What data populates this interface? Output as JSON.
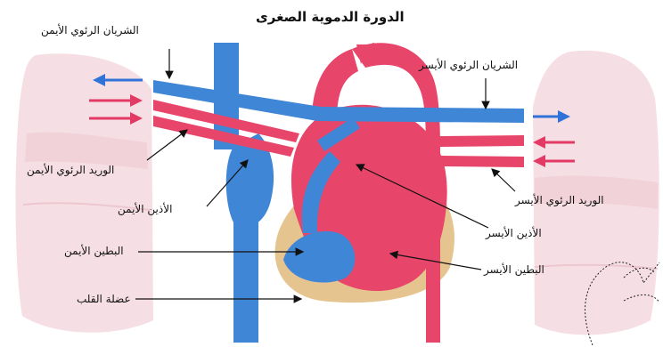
{
  "diagram": {
    "title": "الدورة الدموية الصغرى",
    "labels": {
      "right_pulmonary_artery": "الشريان الرئوي الأيمن",
      "left_pulmonary_artery": "الشريان الرئوي الأيسر",
      "right_pulmonary_vein": "الوريد الرئوي الأيمن",
      "left_pulmonary_vein": "الوريد الرئوي الأيسر",
      "right_atrium": "الأذين الأيمن",
      "left_atrium": "الأذين الأيسر",
      "right_ventricle": "البطين الأيمن",
      "left_ventricle": "البطين الأيسر",
      "heart_muscle": "عضلة القلب"
    },
    "colors": {
      "deoxygenated_blood": "#3f86d6",
      "oxygenated_blood": "#e8456a",
      "heart_muscle": "#e6c48f",
      "lung": "#f6dfe4",
      "lung_lobe": "#f1d2d9",
      "arrow_blue": "#2f73d8",
      "arrow_red": "#e23a64"
    },
    "icons": [
      "hand-pointer-icon"
    ]
  }
}
